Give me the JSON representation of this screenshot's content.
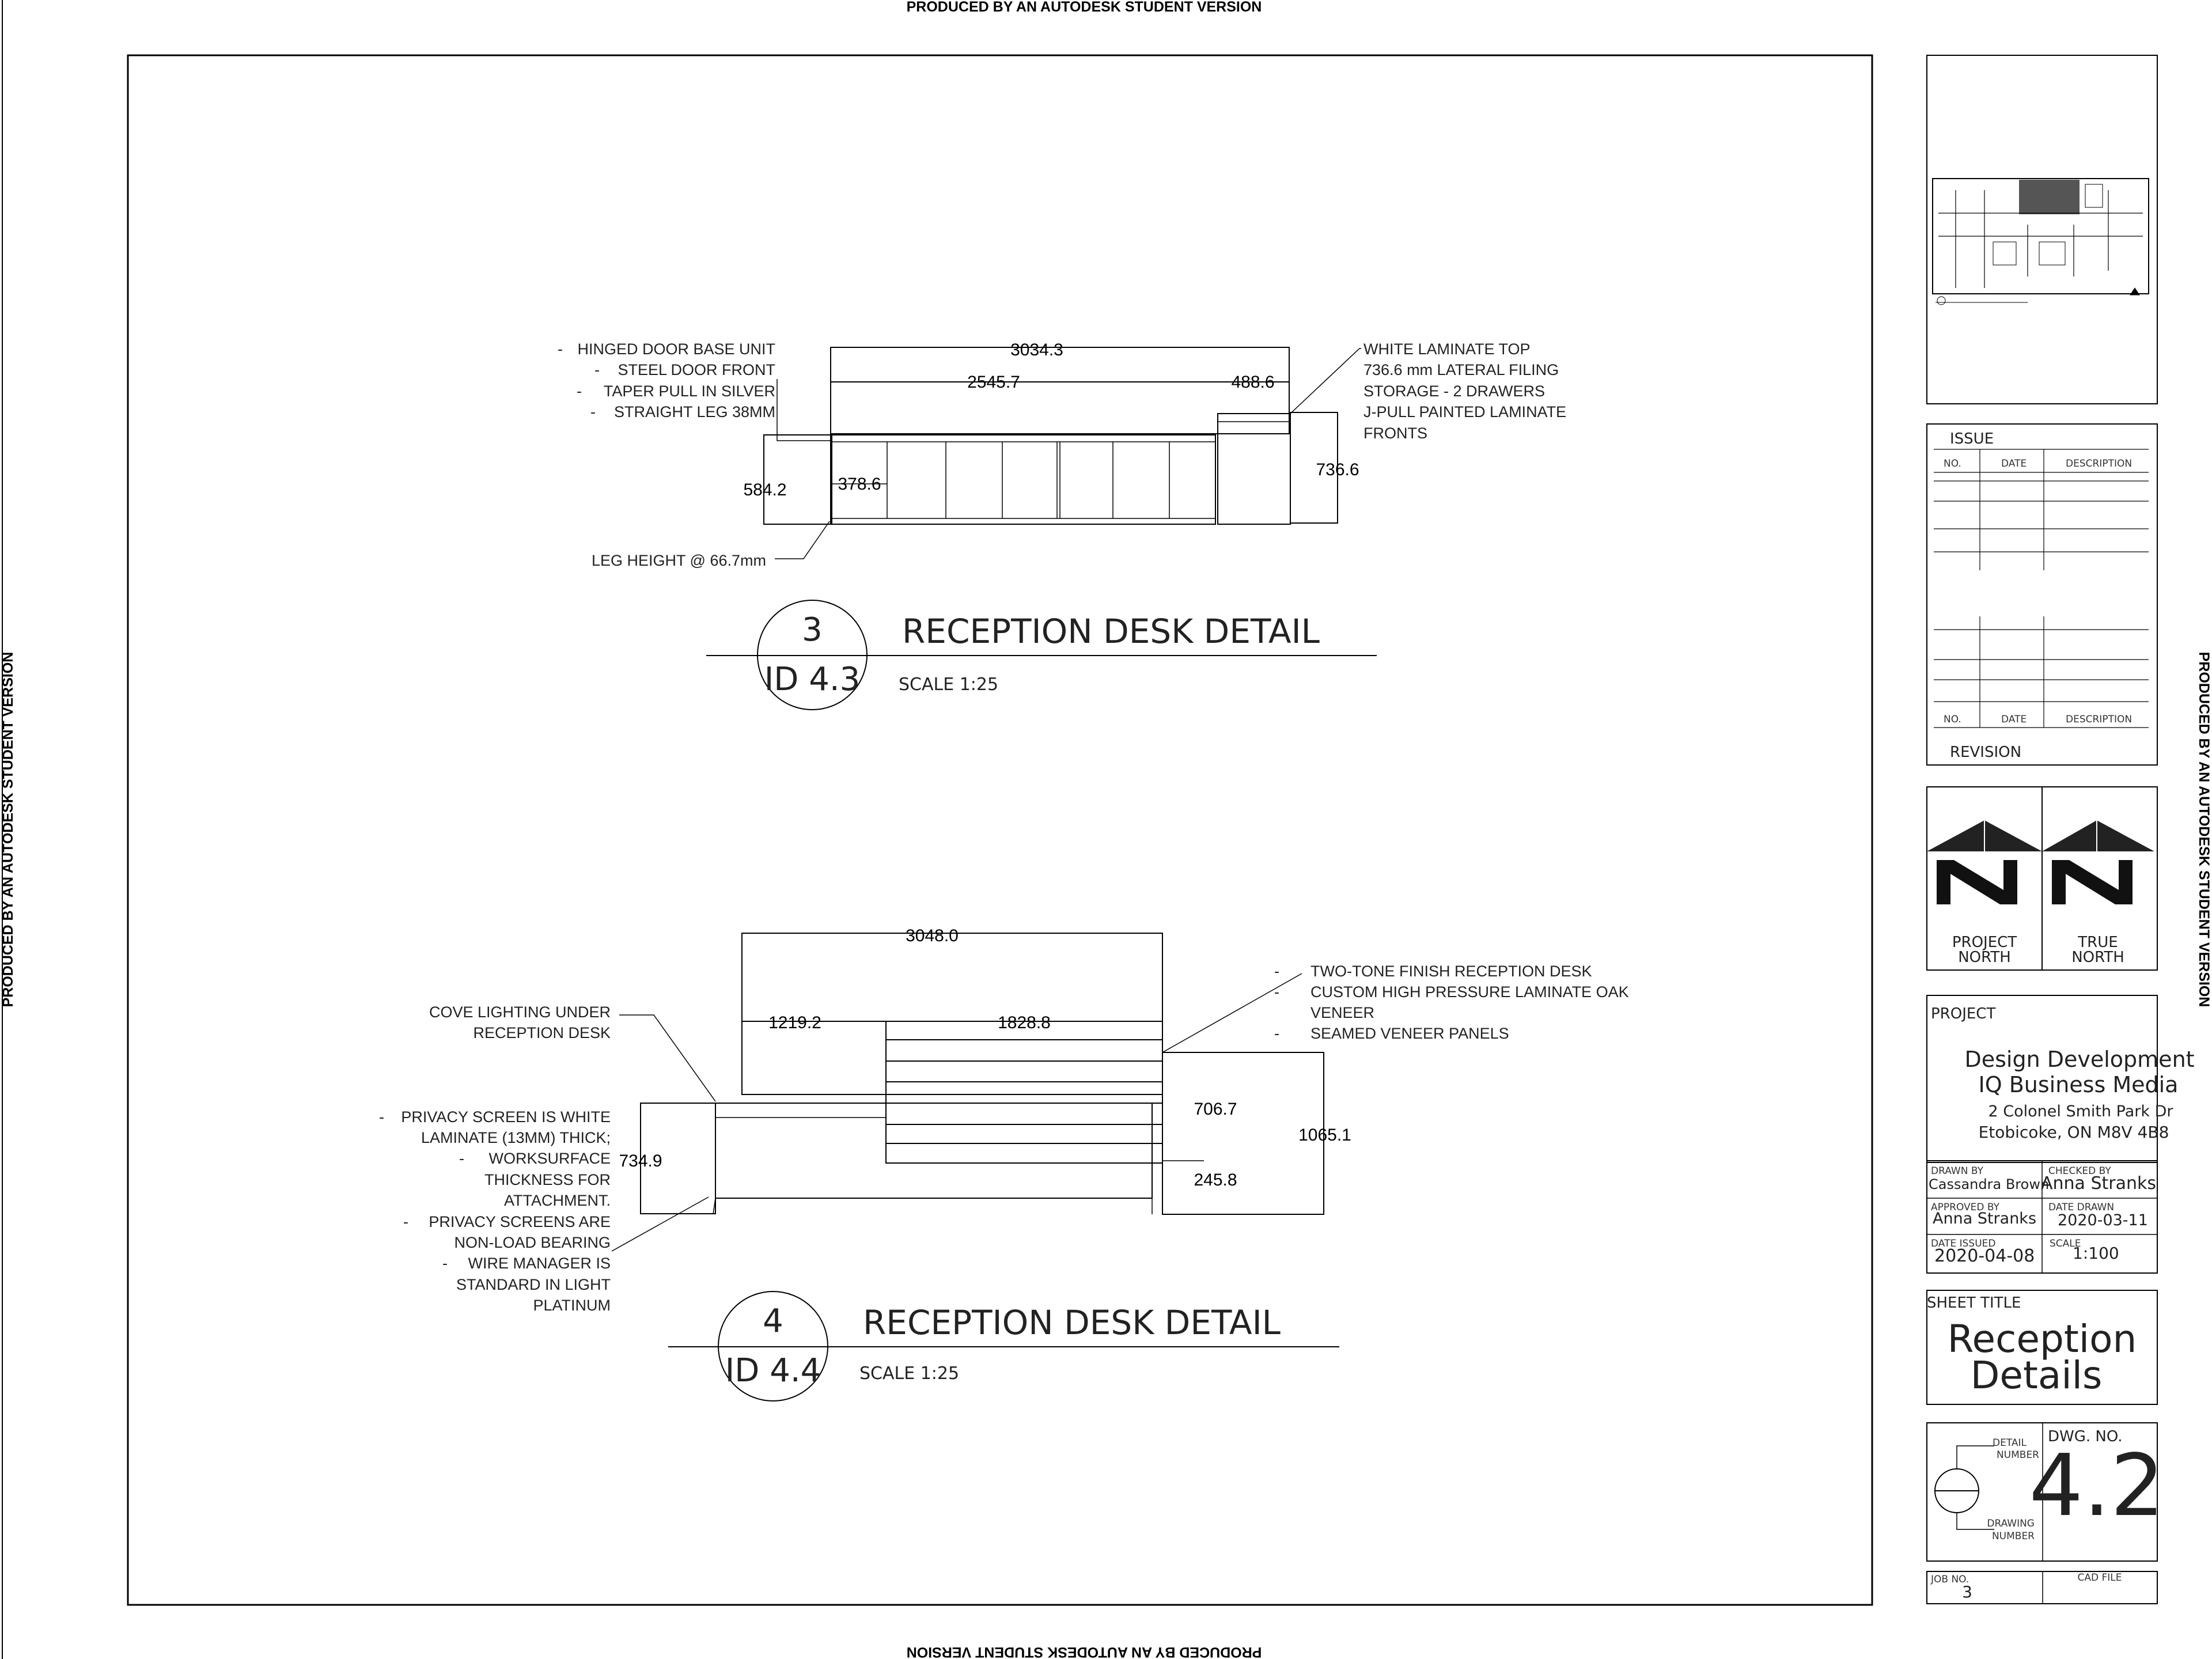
{
  "watermark": "PRODUCED BY AN AUTODESK STUDENT VERSION",
  "detail3": {
    "number": "3",
    "sheet_ref": "ID 4.3",
    "title": "RECEPTION DESK DETAIL",
    "scale": "SCALE 1:25",
    "dims": {
      "overall": "3034.3",
      "left_run": "2545.7",
      "right_run": "488.6",
      "height_left": "584.2",
      "inner_height": "378.6",
      "height_right": "736.6"
    },
    "notes_left": [
      "HINGED DOOR BASE UNIT",
      "STEEL DOOR FRONT",
      "TAPER PULL IN SILVER",
      "STRAIGHT LEG 38MM"
    ],
    "note_leg": "LEG HEIGHT @ 66.7mm",
    "notes_right": [
      "WHITE LAMINATE TOP",
      "736.6 mm LATERAL FILING",
      "STORAGE - 2 DRAWERS",
      "J-PULL PAINTED LAMINATE",
      "FRONTS"
    ]
  },
  "detail4": {
    "number": "4",
    "sheet_ref": "ID 4.4",
    "title": "RECEPTION DESK DETAIL",
    "scale": "SCALE 1:25",
    "dims": {
      "overall": "3048.0",
      "left_run": "1219.2",
      "right_run": "1828.8",
      "height_left": "734.9",
      "upper_height": "706.7",
      "lower_height": "245.8",
      "total_height": "1065.1"
    },
    "notes_right": [
      "TWO-TONE FINISH RECEPTION DESK",
      "CUSTOM HIGH PRESSURE LAMINATE OAK",
      "VENEER",
      "SEAMED VENEER PANELS"
    ],
    "note_cove": [
      "COVE LIGHTING UNDER",
      "RECEPTION DESK"
    ],
    "notes_left": [
      "PRIVACY SCREEN IS WHITE",
      "LAMINATE (13MM) THICK;",
      "WORKSURFACE",
      "THICKNESS FOR",
      "ATTACHMENT.",
      "PRIVACY SCREENS ARE",
      "NON-LOAD BEARING",
      "WIRE MANAGER IS",
      "STANDARD IN LIGHT",
      "PLATINUM"
    ]
  },
  "title_block": {
    "issue_label": "ISSUE",
    "revision_label": "REVISION",
    "col_no": "NO.",
    "col_date": "DATE",
    "col_desc": "DESCRIPTION",
    "project_north": [
      "PROJECT",
      "NORTH"
    ],
    "true_north": [
      "TRUE",
      "NORTH"
    ],
    "project_label": "PROJECT",
    "project_name": "Design Development",
    "client": "IQ Business Media",
    "address1": "2 Colonel Smith Park Dr",
    "address2": "Etobicoke, ON  M8V 4B8",
    "drawn_by_label": "DRAWN BY",
    "drawn_by": "Cassandra Brown",
    "checked_by_label": "CHECKED BY",
    "checked_by": "Anna Stranks",
    "approved_by_label": "APPROVED BY",
    "approved_by": "Anna Stranks",
    "date_drawn_label": "DATE DRAWN",
    "date_drawn": "2020-03-11",
    "date_issued_label": "DATE ISSUED",
    "date_issued": "2020-04-08",
    "scale_label": "SCALE",
    "scale": "1:100",
    "sheet_title_label": "SHEET TITLE",
    "sheet_title_line1": "Reception",
    "sheet_title_line2": "Details",
    "detail_number_label": [
      "DETAIL",
      "NUMBER"
    ],
    "drawing_number_label": [
      "DRAWING",
      "NUMBER"
    ],
    "dwg_no_label": "DWG. NO.",
    "dwg_no": "4.2",
    "job_no_label": "JOB NO.",
    "job_no": "3",
    "cad_file_label": "CAD FILE"
  }
}
